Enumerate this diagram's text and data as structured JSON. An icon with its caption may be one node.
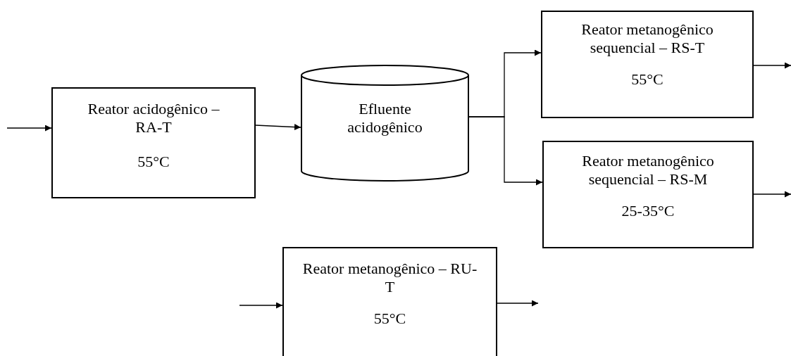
{
  "diagram": {
    "nodes": [
      {
        "text": [
          "Reator acidogênico – RA-T",
          "55°C"
        ]
      },
      {
        "text": [
          "Efluente acidogênico"
        ]
      },
      {
        "text": [
          "Reator metanogênico sequencial – RS-T",
          "55°C"
        ]
      },
      {
        "text": [
          "Reator metanogênico sequencial – RS-M",
          "25-35°C"
        ]
      },
      {
        "text": [
          "Reator metanogênico – RU-T",
          "55°C"
        ]
      }
    ],
    "edges": [
      {
        "from": null,
        "to": 0,
        "arrow": "to"
      },
      {
        "from": 0,
        "to": 1,
        "arrow": "to"
      },
      {
        "from": 1,
        "to": 2,
        "arrow": "to"
      },
      {
        "from": 1,
        "to": 3,
        "arrow": "to"
      },
      {
        "from": 2,
        "to": null,
        "arrow": "to"
      },
      {
        "from": 3,
        "to": null,
        "arrow": "to"
      },
      {
        "from": null,
        "to": 4,
        "arrow": "to"
      },
      {
        "from": 4,
        "to": null,
        "arrow": "to"
      }
    ]
  }
}
